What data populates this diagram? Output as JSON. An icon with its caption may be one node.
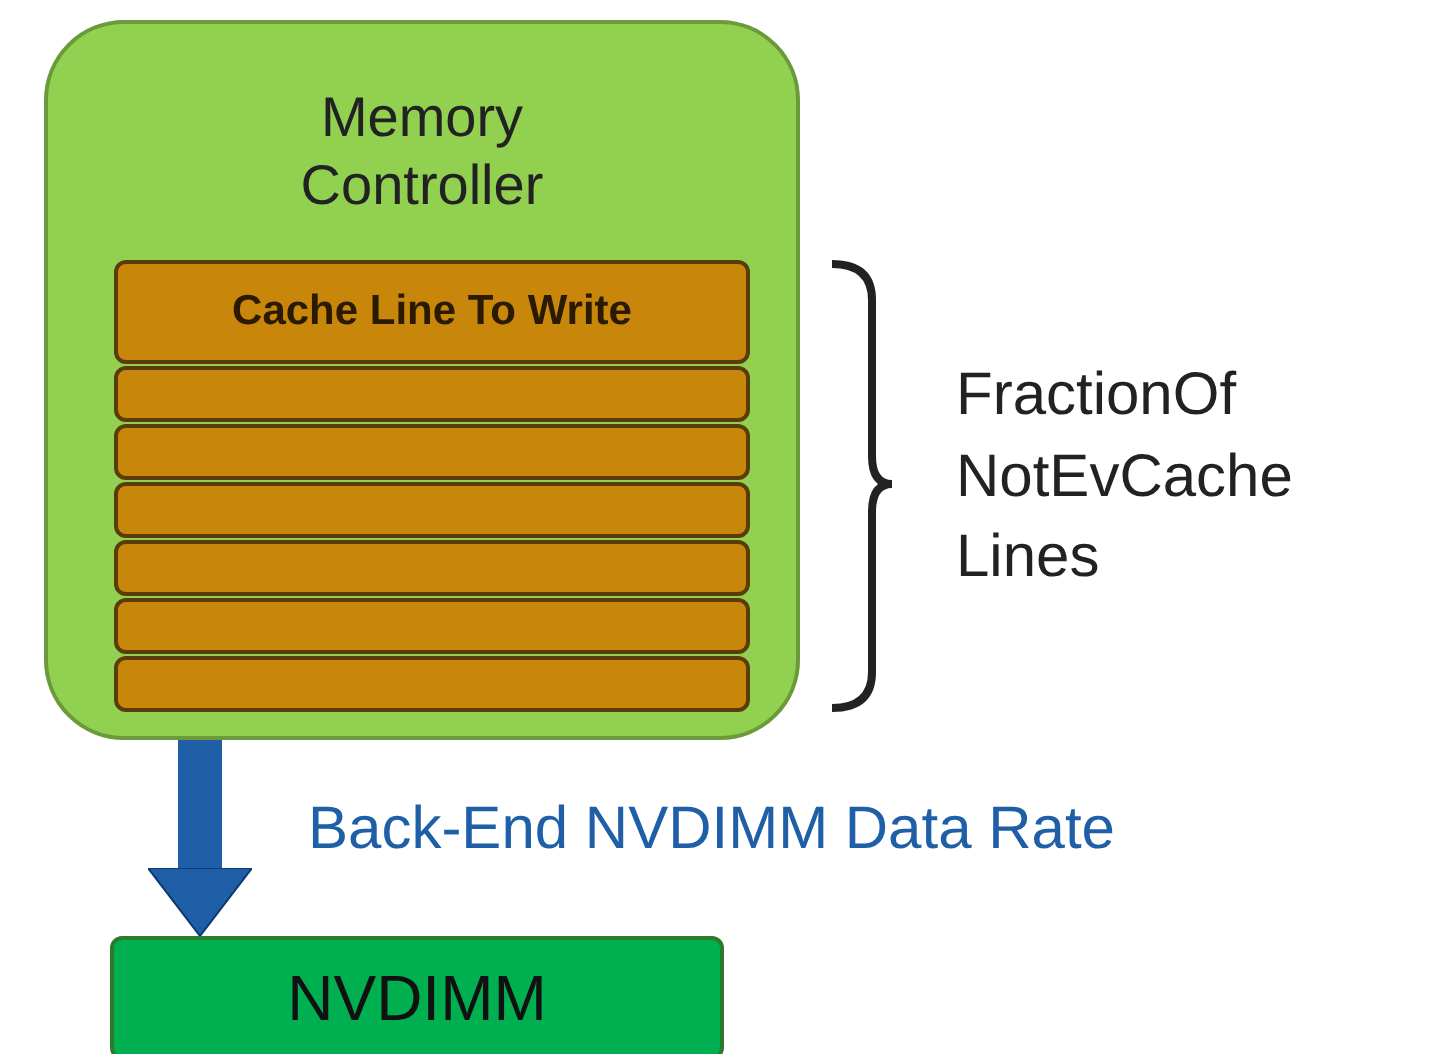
{
  "diagram": {
    "nodes": [
      {
        "text": [
          "Memory Controller"
        ]
      },
      {
        "text": [
          "Cache Line To Write"
        ],
        "in": 0
      },
      {
        "text": [],
        "shape": "bar",
        "in": 0
      },
      {
        "text": [],
        "shape": "bar",
        "in": 0
      },
      {
        "text": [],
        "shape": "bar",
        "in": 0
      },
      {
        "text": [],
        "shape": "bar",
        "in": 0
      },
      {
        "text": [],
        "shape": "bar",
        "in": 0
      },
      {
        "text": [],
        "shape": "bar",
        "in": 0
      },
      {
        "text": [
          "NVDIMM"
        ]
      }
    ],
    "edges": [
      {
        "from": 0,
        "to": 8,
        "arrow": "to",
        "label": "Back-End NVDIMM Data Rate",
        "color": "#1f5fa8"
      }
    ],
    "labels": [
      "FractionOf NotEvCache Lines"
    ]
  }
}
